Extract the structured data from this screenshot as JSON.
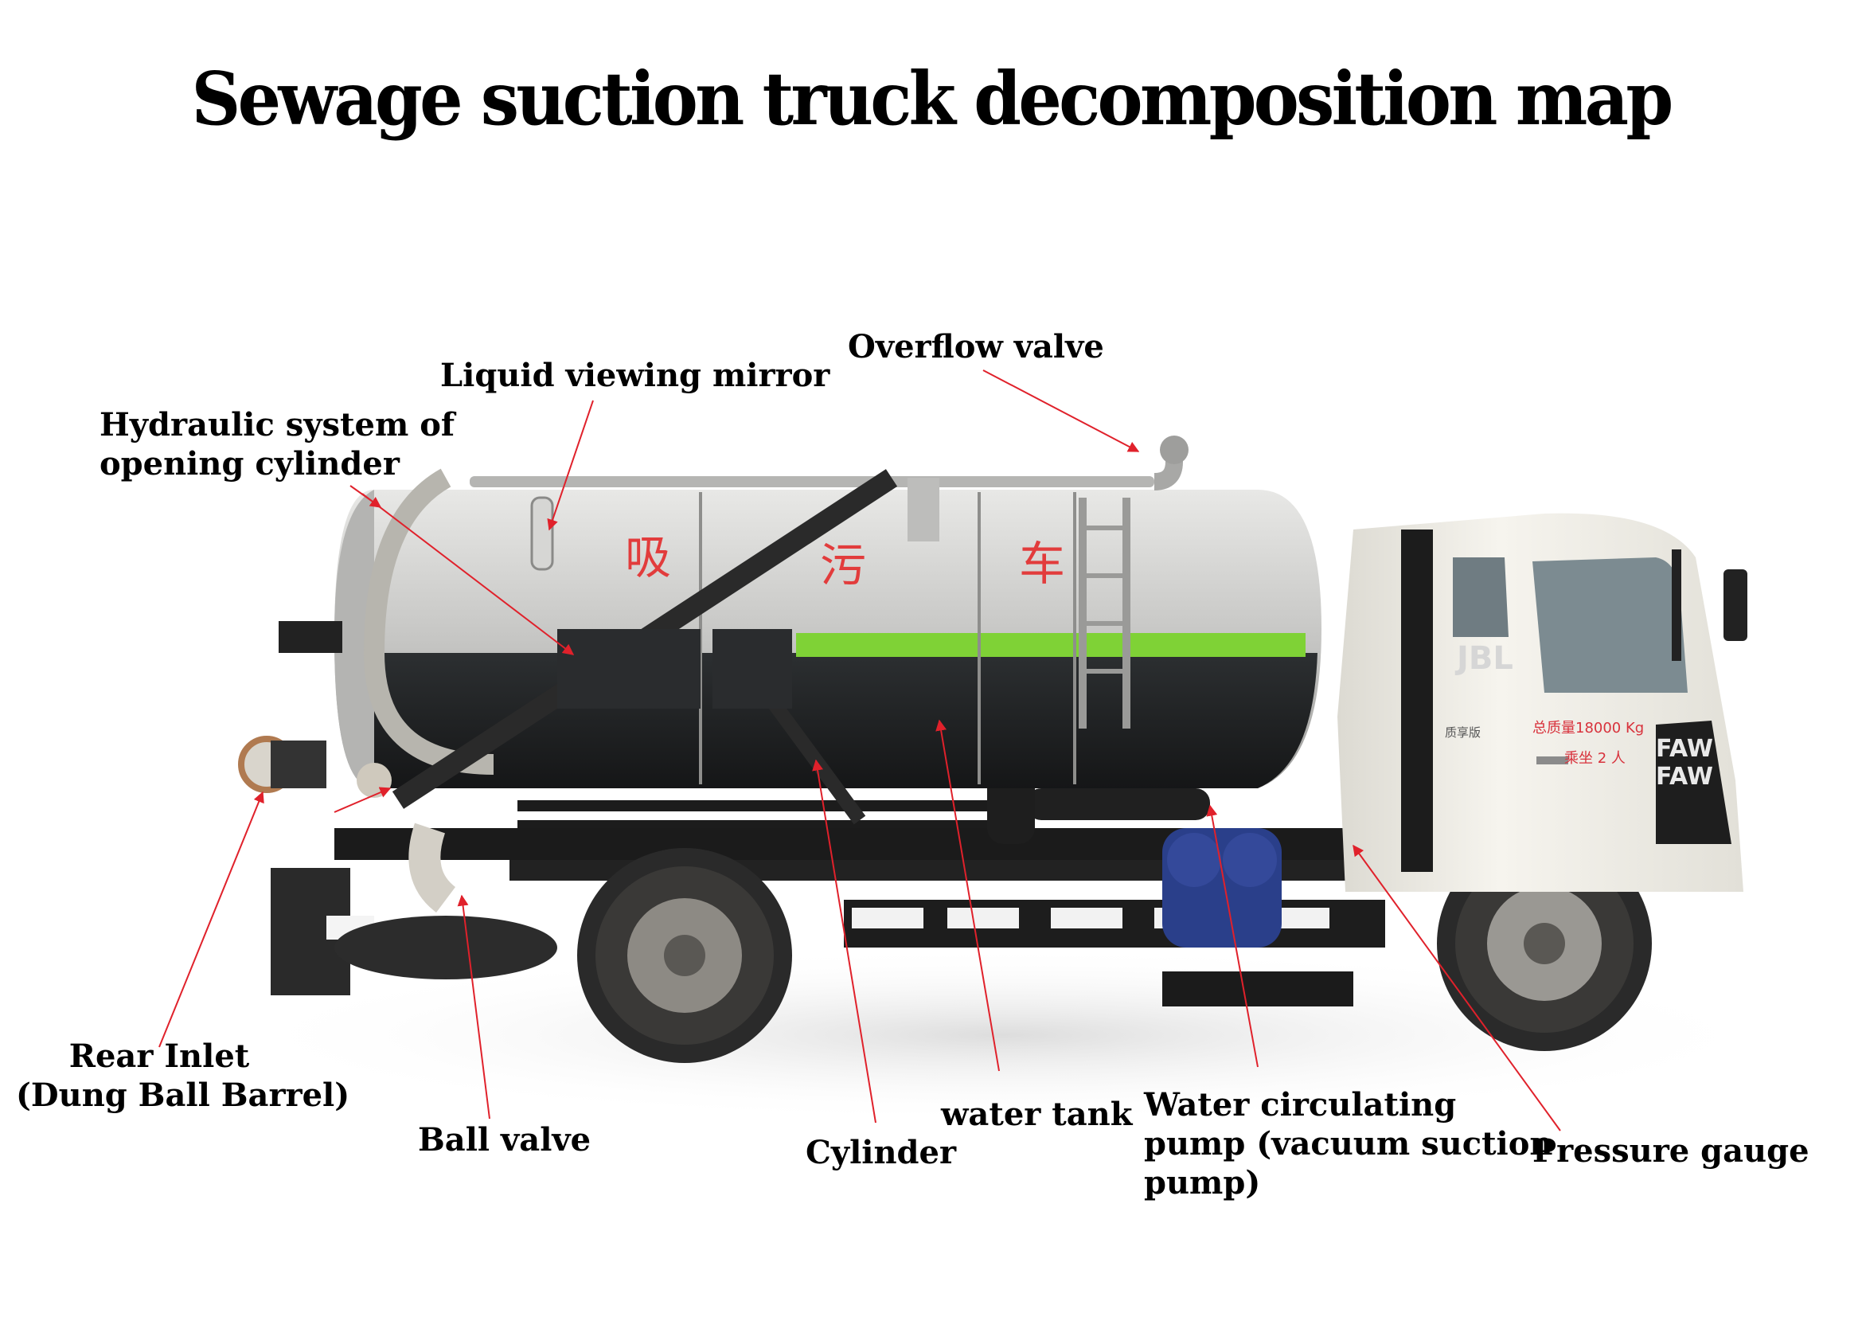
{
  "title": "Sewage suction truck decomposition map",
  "labels": {
    "overflow_valve": "Overflow valve",
    "liquid_viewing_mirror": "Liquid viewing mirror",
    "hydraulic_system": [
      "Hydraulic system of",
      "opening cylinder"
    ],
    "rear_inlet": [
      "Rear Inlet",
      "(Dung Ball Barrel)"
    ],
    "ball_valve": "Ball valve",
    "cylinder": "Cylinder",
    "water_tank": "water tank",
    "water_circulating_pump": [
      "Water circulating",
      "pump (vacuum suction",
      "pump)"
    ],
    "pressure_gauge": "Pressure gauge"
  },
  "truck_markings": {
    "tank_characters": [
      "吸",
      "污",
      "车"
    ],
    "brand": "FAW",
    "cab_logo": "JBL",
    "cab_load": "总质量18000 Kg",
    "cab_seats": "乘坐 2 人",
    "cab_badge": "质享版"
  },
  "colors": {
    "arrow": "#e0212b",
    "tank_silver": "#c9c9c7",
    "tank_dark": "#1f2123",
    "stripe_green": "#7fd236",
    "cab_white": "#f4f2ea"
  }
}
